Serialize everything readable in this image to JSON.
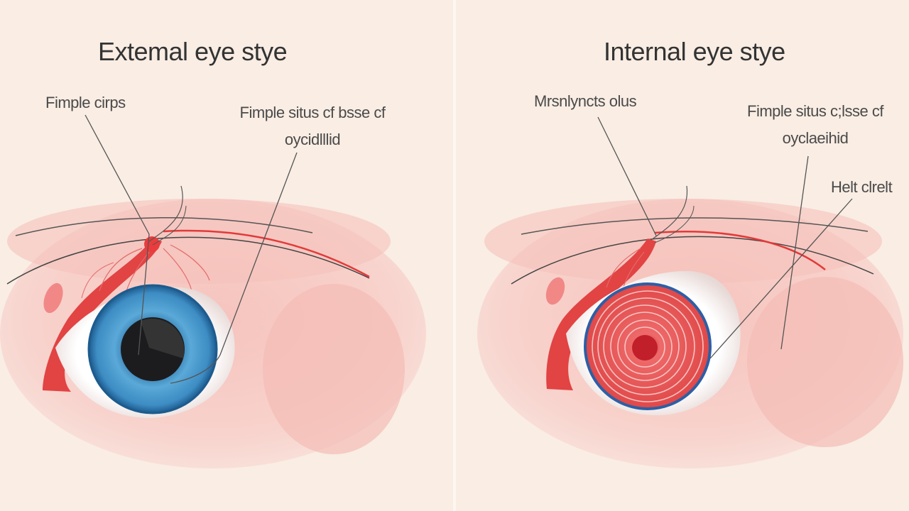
{
  "panels": [
    {
      "title": "Extemal eye stye",
      "labels": {
        "a": "Fimple cirps",
        "b_line1": "Fimple situs cf bsse cf",
        "b_line2": "oycidlllid"
      }
    },
    {
      "title": "Internal eye stye",
      "labels": {
        "a": "Mrsnlyncts olus",
        "b_line1": "Fimple situs c;lsse cf",
        "b_line2": "oyclaeihid",
        "c": "Helt clrelt"
      }
    }
  ],
  "colors": {
    "background": "#f9ede4",
    "skin": "#f7c9c3",
    "eyelid_margin": "#e23a3a",
    "iris": "#3a92c8",
    "pupil": "#1c1c1e",
    "inflamed": "#d63a3a",
    "text": "#333333"
  }
}
